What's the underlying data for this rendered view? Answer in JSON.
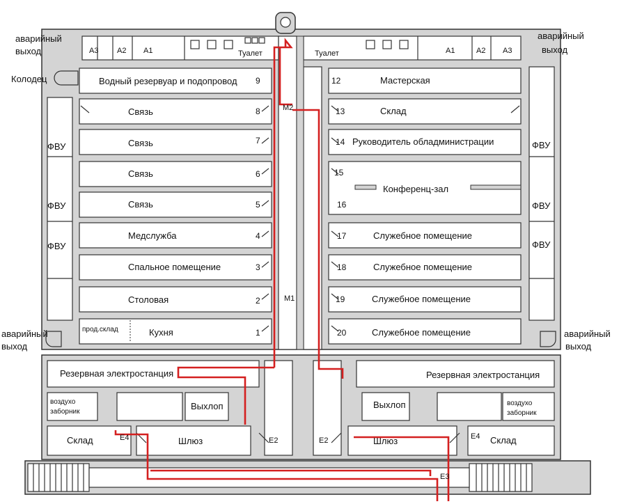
{
  "colors": {
    "route": "#d42020",
    "wall_fill": "#d4d4d4",
    "wall_stroke": "#333333"
  },
  "labels": {
    "emergency_exit": "аварийный выход",
    "emergency_exit_l1": "аварийный",
    "emergency_exit_l2": "выход",
    "toilet": "Туалет",
    "well": "Колодец",
    "filter_unit": "ФВУ",
    "a1": "А1",
    "a2": "А2",
    "a3": "А3",
    "m1": "М1",
    "m2": "М2",
    "e2": "Е2",
    "e3": "Е3",
    "e4": "Е4",
    "lock": "Шлюз",
    "warehouse": "Склад",
    "reserve_power": "Резервная электростанция",
    "exhaust": "Выхлоп",
    "air_intake_l1": "воздухо",
    "air_intake_l2": "заборник",
    "food_storage": "прод.склад"
  },
  "rooms_left": [
    {
      "num": "9",
      "name": "Водный резервуар и подопровод"
    },
    {
      "num": "8",
      "name": "Связь"
    },
    {
      "num": "7",
      "name": "Связь"
    },
    {
      "num": "6",
      "name": "Связь"
    },
    {
      "num": "5",
      "name": "Связь"
    },
    {
      "num": "4",
      "name": "Медслужба"
    },
    {
      "num": "3",
      "name": "Спальное помещение"
    },
    {
      "num": "2",
      "name": "Столовая"
    },
    {
      "num": "1",
      "name": "Кухня"
    }
  ],
  "rooms_right": [
    {
      "num": "12",
      "name": "Мастерская"
    },
    {
      "num": "13",
      "name": "Склад"
    },
    {
      "num": "14",
      "name": "Руководитель обладминистрации"
    },
    {
      "num": "15",
      "name": ""
    },
    {
      "num": "16",
      "name": ""
    },
    {
      "num": "17",
      "name": "Служебное помещение"
    },
    {
      "num": "18",
      "name": "Служебное помещение"
    },
    {
      "num": "19",
      "name": "Служебное помещение"
    },
    {
      "num": "20",
      "name": "Служебное помещение"
    }
  ],
  "conference_hall": "Конференц-зал"
}
